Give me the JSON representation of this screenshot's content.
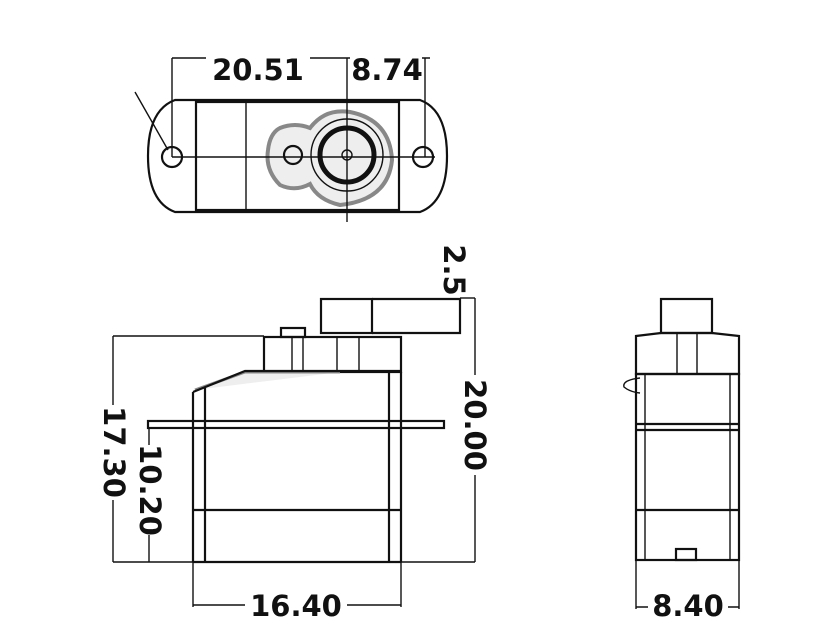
{
  "dimensions": {
    "top_width": "20.51",
    "top_shaft_offset": "8.74",
    "arm_thickness": "2.5",
    "total_height": "17.30",
    "body_height": "10.20",
    "overall_height": "20.00",
    "body_length": "16.40",
    "body_width": "8.40"
  },
  "colors": {
    "line": "#111111",
    "shade": "#888888",
    "background": "#ffffff"
  }
}
